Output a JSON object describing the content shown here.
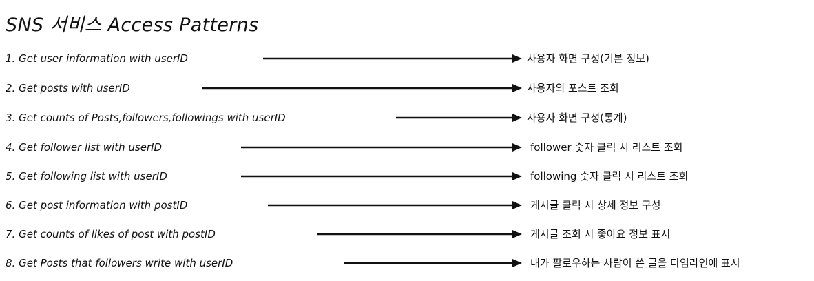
{
  "title": "SNS 서비스 Access Patterns",
  "patterns": [
    {
      "left": "1. Get user information with userID",
      "right": "사용자 화면 구성(기본 정보)"
    },
    {
      "left": "2. Get posts with userID",
      "right": "사용자의 포스트 조회"
    },
    {
      "left": "3. Get counts of Posts,followers,followings with userID",
      "right": "사용자 화면 구성(통계)"
    },
    {
      "left": "4. Get follower list with userID",
      "right": "follower 숫자 클릭 시 리스트 조회"
    },
    {
      "left": "5. Get following list with userID",
      "right": "following 숫자 클릭 시 리스트 조회"
    },
    {
      "left": "6. Get post information with postID",
      "right": "게시글 클릭 시 상세 정보 구성"
    },
    {
      "left": "7. Get counts of likes of post with postID",
      "right": "게시글 조회 시 좋아요 정보 표시"
    },
    {
      "left": "8. Get Posts that followers write with userID",
      "right": "내가 팔로우하는 사람이 쓴 글을 타임라인에 표시"
    }
  ]
}
